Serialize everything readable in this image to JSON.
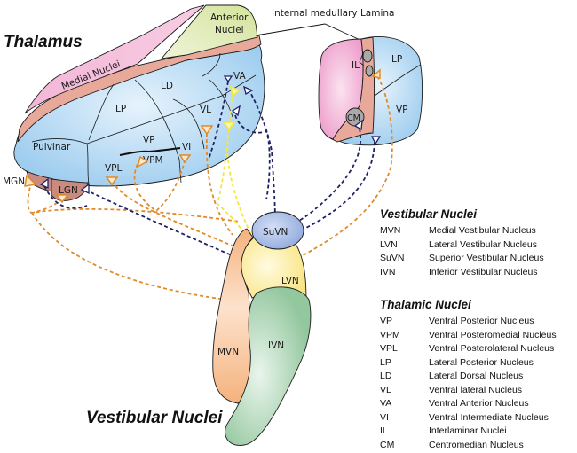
{
  "figure": {
    "thalamus_title": "Thalamus",
    "vestibular_title": "Vestibular Nuclei",
    "callout": "Internal medullary Lamina",
    "colors": {
      "medial": "#f1b8d8",
      "lamina": "#e8a99a",
      "anterior": "#dde9b4",
      "lateral": "#aed6f1",
      "geniculate": "#c98a80",
      "suvn": "#a9bde6",
      "lvn": "#fbeb9a",
      "mvn": "#f6c39a",
      "ivn": "#a8d1b0",
      "intralaminar": "#a9a9a9",
      "orange_projection": "#e08a2a",
      "yellow_projection": "#f2e640",
      "blue_projection": "#1e2166"
    },
    "thalamus_labels": {
      "anterior": [
        "Anterior",
        "Nuclei"
      ],
      "medial": "Medial Nuclei",
      "ld": "LD",
      "lp": "LP",
      "va": "VA",
      "vl": "VL",
      "vp": "VP",
      "vi": "VI",
      "vpm": "VPM",
      "vpl": "VPL",
      "pulvinar": "Pulvinar",
      "mgn": "MGN",
      "lgn": "LGN"
    },
    "section_labels": {
      "il": "IL",
      "lp": "LP",
      "vp": "VP",
      "cm": "CM"
    },
    "vestibular_labels": {
      "suvn": "SuVN",
      "lvn": "LVN",
      "mvn": "MVN",
      "ivn": "IVN"
    }
  },
  "legend": {
    "vestibular": {
      "title": "Vestibular Nuclei",
      "items": [
        {
          "abbr": "MVN",
          "name": "Medial Vestibular Nucleus"
        },
        {
          "abbr": "LVN",
          "name": "Lateral Vestibular Nucleus"
        },
        {
          "abbr": "SuVN",
          "name": "Superior Vestibular Nucleus"
        },
        {
          "abbr": "IVN",
          "name": "Inferior Vestibular Nucleus"
        }
      ]
    },
    "thalamic": {
      "title": "Thalamic Nuclei",
      "items": [
        {
          "abbr": "VP",
          "name": "Ventral Posterior Nucleus"
        },
        {
          "abbr": "VPM",
          "name": "Ventral Posteromedial Nucleus"
        },
        {
          "abbr": "VPL",
          "name": "Ventral Posterolateral Nucleus"
        },
        {
          "abbr": "LP",
          "name": "Lateral Posterior Nucleus"
        },
        {
          "abbr": "LD",
          "name": "Lateral Dorsal Nucleus"
        },
        {
          "abbr": "VL",
          "name": "Ventral lateral Nucleus"
        },
        {
          "abbr": "VA",
          "name": "Ventral Anterior Nucleus"
        },
        {
          "abbr": "VI",
          "name": "Ventral Intermediate Nucleus"
        },
        {
          "abbr": "IL",
          "name": "Interlaminar Nuclei"
        },
        {
          "abbr": "CM",
          "name": "Centromedian Nucleus"
        }
      ]
    }
  }
}
